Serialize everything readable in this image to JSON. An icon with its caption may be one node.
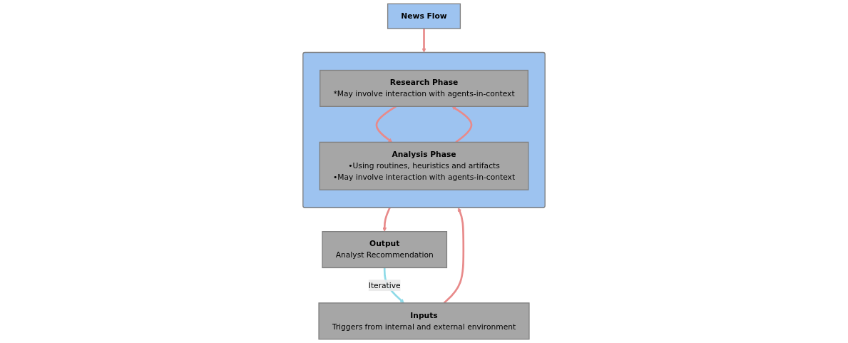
{
  "diagram": {
    "nodes": [
      {
        "text": [
          "Inputs",
          "Triggers from internal and external environment"
        ]
      },
      {
        "text": [],
        "shape": "box"
      },
      {
        "text": [
          "Research Phase",
          "*May involve interaction with agents-in-context"
        ],
        "in": 1
      },
      {
        "text": [
          "Analysis Phase",
          "•Using routines, heuristics and artifacts",
          "•May involve interaction with agents-in-context"
        ],
        "in": 1
      },
      {
        "text": [
          "News Flow"
        ]
      },
      {
        "text": [
          "Output",
          "Analyst Recommendation"
        ]
      }
    ],
    "edges": [
      {
        "from": 0,
        "to": 1,
        "arrow": "to"
      },
      {
        "from": 4,
        "to": 1,
        "arrow": "to"
      },
      {
        "from": 2,
        "to": 3,
        "arrow": "to"
      },
      {
        "from": 3,
        "to": 2,
        "arrow": "to"
      },
      {
        "from": 1,
        "to": 5,
        "arrow": "to"
      },
      {
        "from": 5,
        "to": 0,
        "arrow": "to",
        "label": "Iterative",
        "color": "#8fdbe8"
      }
    ]
  }
}
